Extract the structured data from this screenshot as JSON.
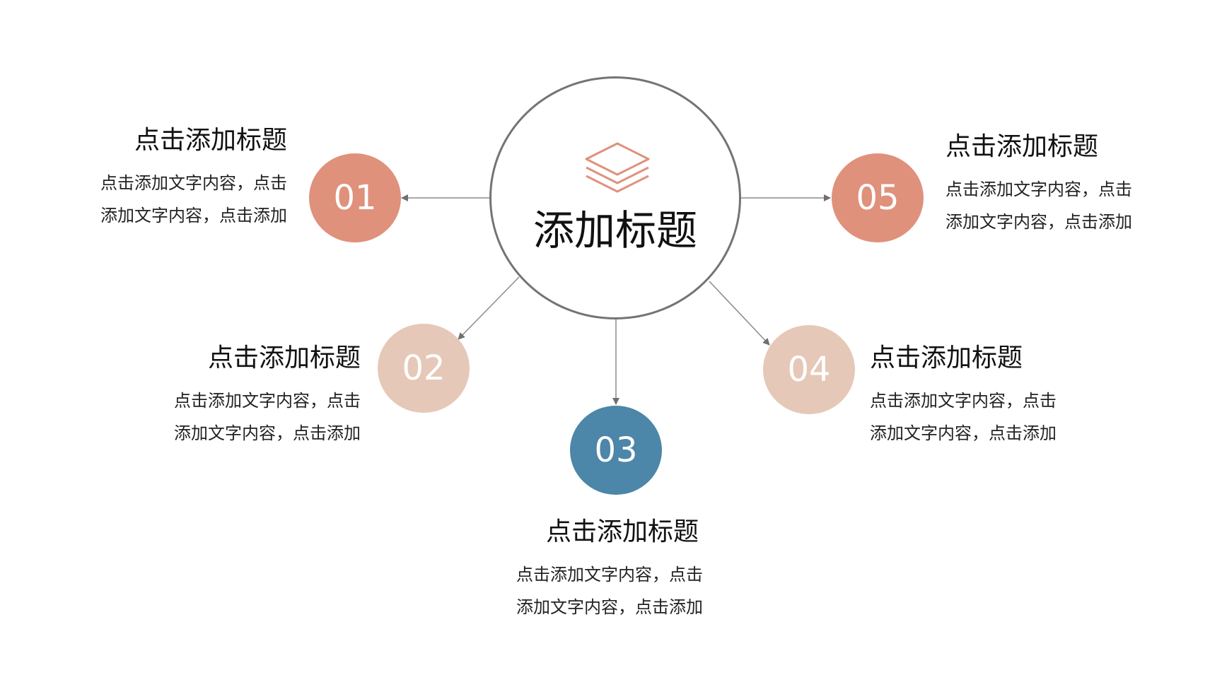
{
  "hub": {
    "title": "添加标题",
    "icon": "layers-icon"
  },
  "colors": {
    "coral": "#df917c",
    "peach": "#e6c8b8",
    "blue": "#4c86a8",
    "hub_border": "#747474",
    "connector": "#8a8a8a"
  },
  "items": [
    {
      "number": "01",
      "title": "点击添加标题",
      "desc_line1": "点击添加文字内容，点击",
      "desc_line2": "添加文字内容，点击添加"
    },
    {
      "number": "02",
      "title": "点击添加标题",
      "desc_line1": "点击添加文字内容，点击",
      "desc_line2": "添加文字内容，点击添加"
    },
    {
      "number": "03",
      "title": "点击添加标题",
      "desc_line1": "点击添加文字内容，点击",
      "desc_line2": "添加文字内容，点击添加"
    },
    {
      "number": "04",
      "title": "点击添加标题",
      "desc_line1": "点击添加文字内容，点击",
      "desc_line2": "添加文字内容，点击添加"
    },
    {
      "number": "05",
      "title": "点击添加标题",
      "desc_line1": "点击添加文字内容，点击",
      "desc_line2": "添加文字内容，点击添加"
    }
  ]
}
